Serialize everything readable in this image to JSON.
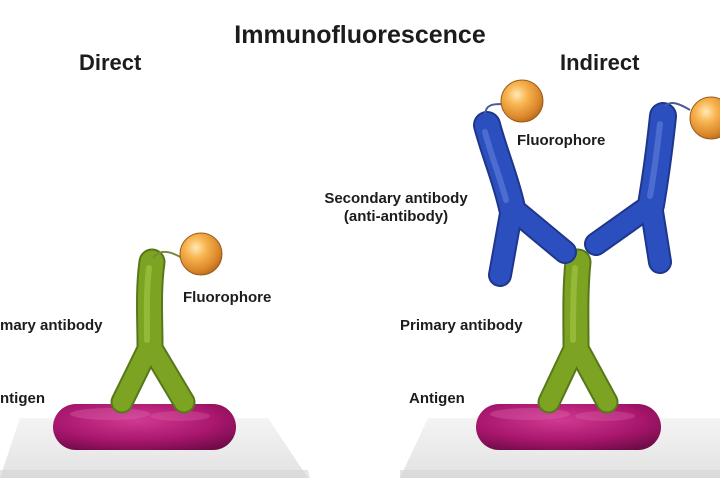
{
  "title": "Immunofluorescence",
  "direct": {
    "heading": "Direct",
    "fluorophore_label": "Fluorophore",
    "primary_label": "mary antibody",
    "antigen_label": "ntigen"
  },
  "indirect": {
    "heading": "Indirect",
    "fluorophore_label": "Fluorophore",
    "secondary_label_line1": "Secondary antibody",
    "secondary_label_line2": "(anti-antibody)",
    "primary_label": "Primary antibody",
    "antigen_label": "Antigen"
  },
  "colors": {
    "antigen": "#a8166d",
    "primary_antibody": "#7ca321",
    "secondary_antibody": "#2c4fbf",
    "fluorophore": "#f0a338",
    "platform": "#ececec",
    "background": "#ffffff"
  }
}
